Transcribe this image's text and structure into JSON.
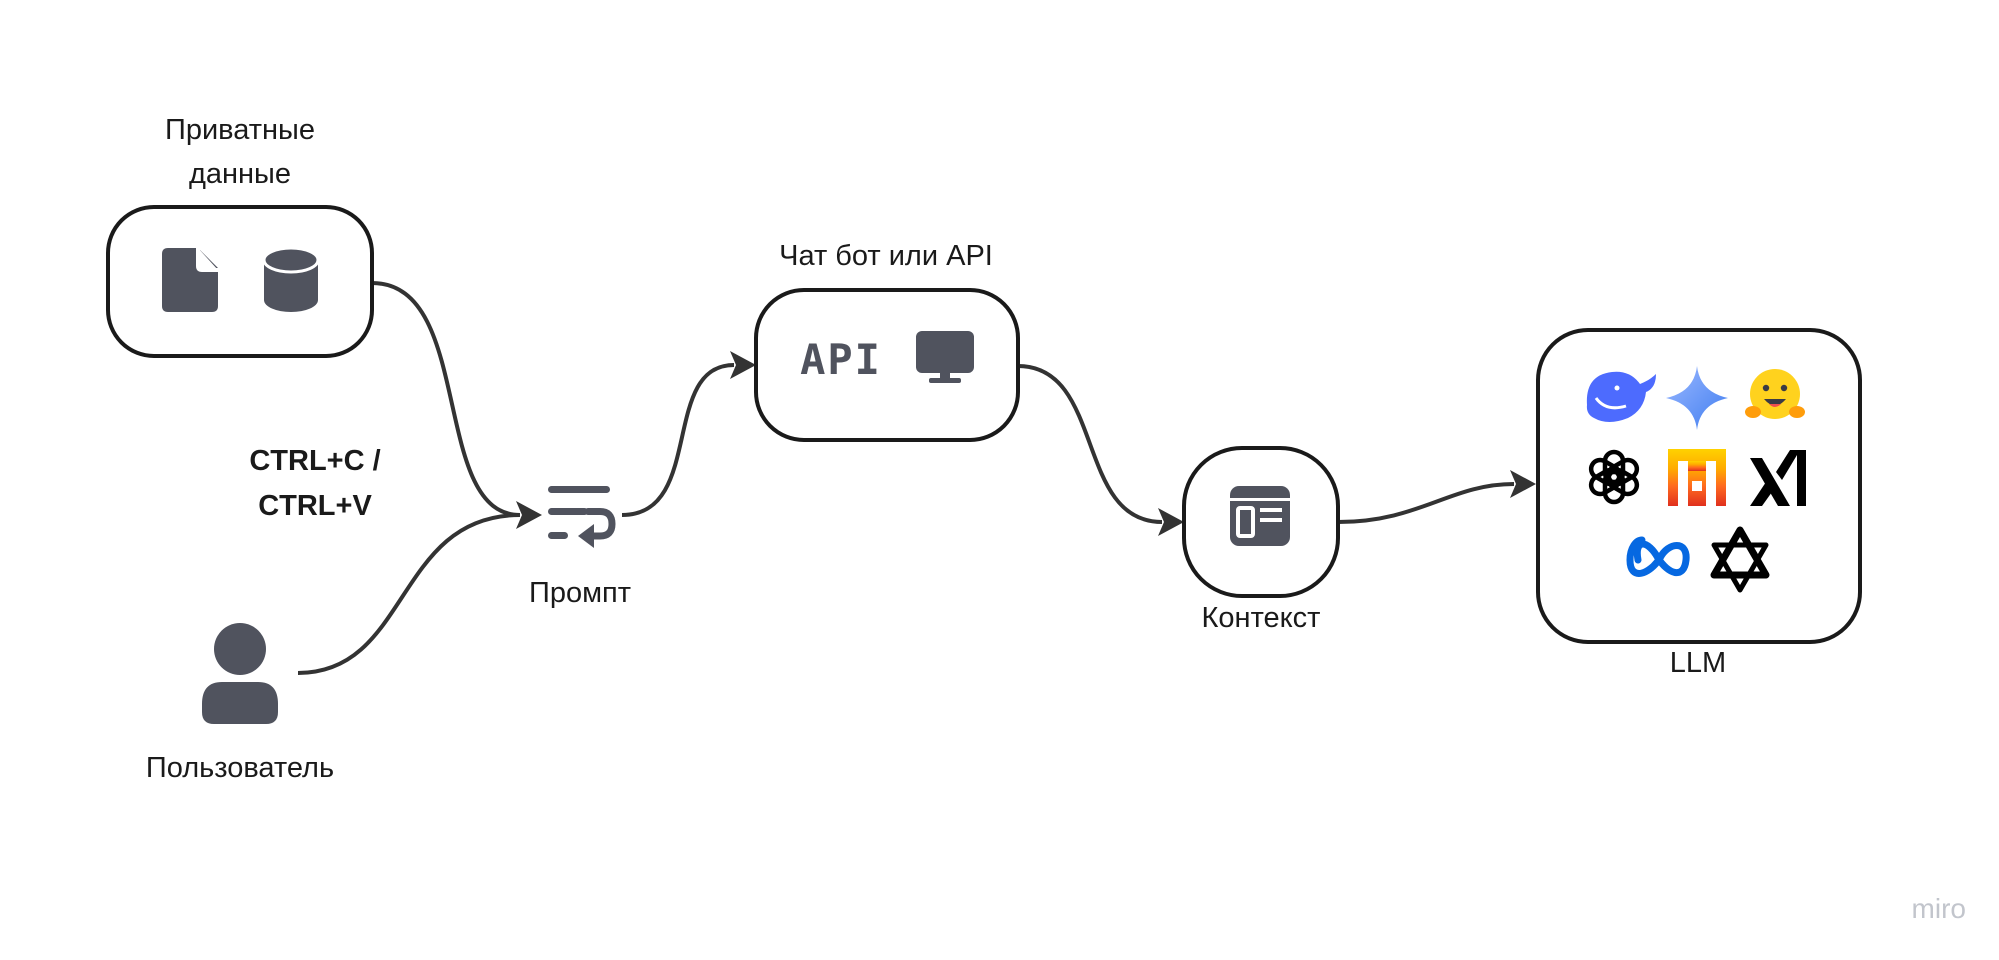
{
  "nodes": {
    "private_data": {
      "label_line1": "Приватные",
      "label_line2": "данные",
      "icons": [
        "document-icon",
        "database-icon"
      ]
    },
    "copy_paste_note": {
      "line1": "CTRL+C /",
      "line2": "CTRL+V"
    },
    "user": {
      "label": "Пользователь",
      "icons": [
        "user-icon"
      ]
    },
    "prompt": {
      "label": "Промпт",
      "icons": [
        "text-wrap-icon"
      ]
    },
    "chat_api": {
      "label": "Чат бот или API",
      "api_text": "API",
      "icons": [
        "api-icon",
        "monitor-icon"
      ]
    },
    "context": {
      "label": "Контекст",
      "icons": [
        "context-window-icon"
      ]
    },
    "llm": {
      "label": "LLM",
      "providers": [
        "deepseek-logo",
        "gemini-logo",
        "huggingface-logo",
        "openai-logo",
        "mistral-logo",
        "xai-logo",
        "meta-logo",
        "qwen-logo"
      ]
    }
  },
  "edges": [
    {
      "from": "private_data",
      "to": "prompt"
    },
    {
      "from": "user",
      "to": "prompt"
    },
    {
      "from": "prompt",
      "to": "chat_api"
    },
    {
      "from": "chat_api",
      "to": "context"
    },
    {
      "from": "context",
      "to": "llm"
    }
  ],
  "watermark": "miro",
  "colors": {
    "stroke": "#1a1a1a",
    "arrow": "#333333",
    "icon": "#50535e",
    "watermark": "#c2c5cc",
    "deepseek": "#4d6bfe",
    "gemini": "#4f8ef7",
    "huggingface": "#ffd21e",
    "meta": "#0668e1"
  }
}
